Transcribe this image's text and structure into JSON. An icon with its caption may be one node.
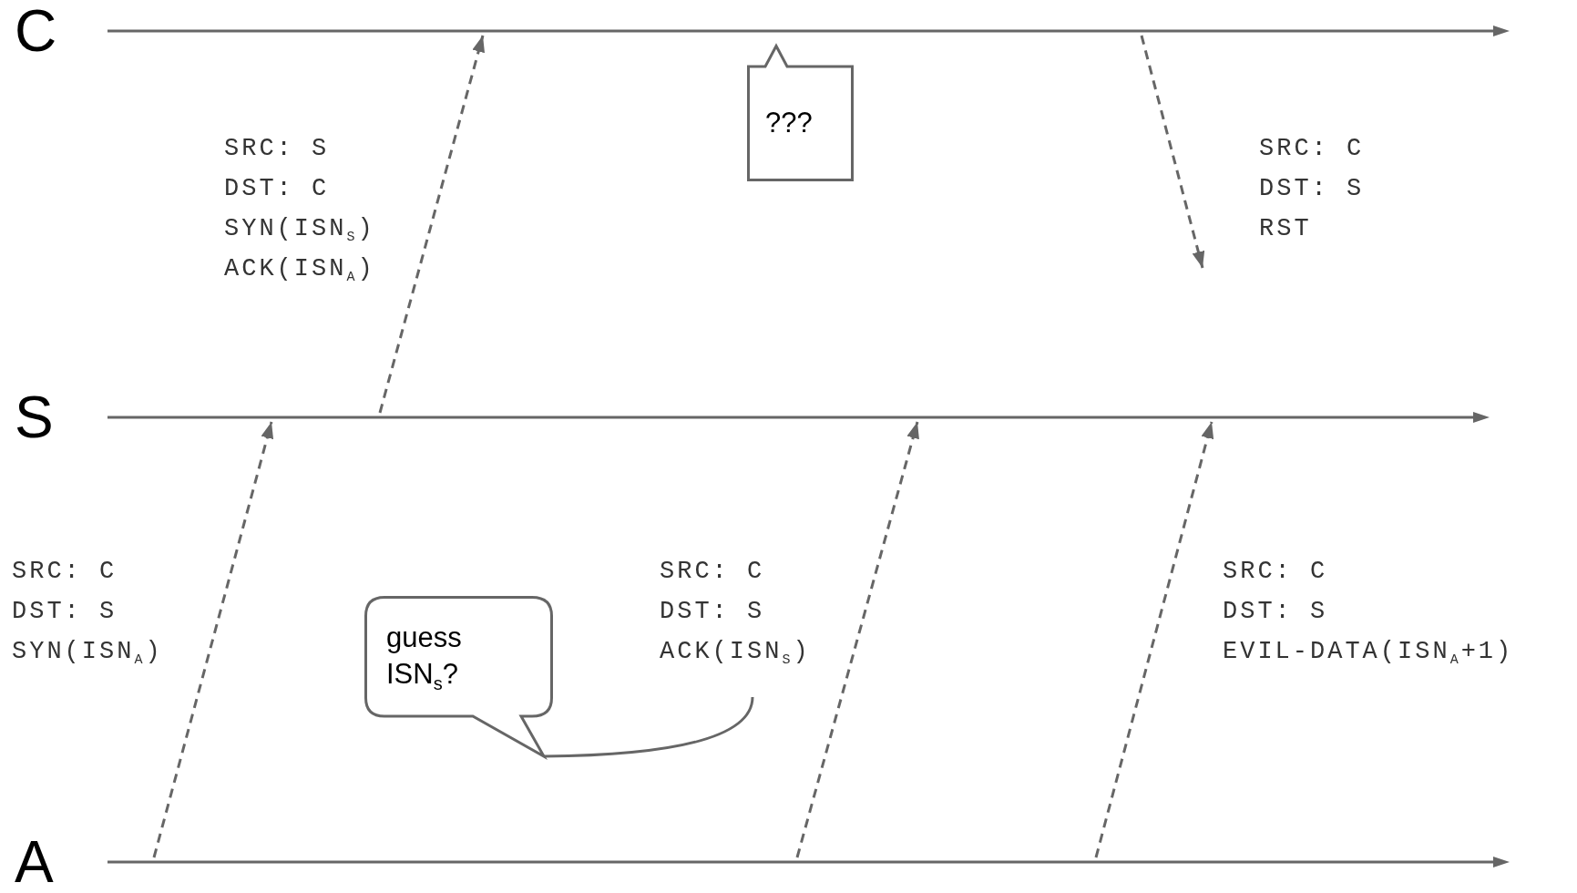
{
  "diagram": {
    "nodes": [
      {
        "text": [
          "C"
        ]
      },
      {
        "text": [
          "???"
        ]
      },
      {
        "text": [
          "S"
        ]
      },
      {
        "text": [
          "guess ISN$_{s}$?"
        ]
      },
      {
        "text": [
          "A"
        ]
      }
    ],
    "edges": [
      {
        "from": 4,
        "to": 2,
        "arrow": "to",
        "style": "dashed"
      },
      {
        "from": 2,
        "to": 0,
        "arrow": "to",
        "style": "dashed"
      },
      {
        "from": 4,
        "to": 2,
        "arrow": "to",
        "style": "dashed"
      },
      {
        "from": 0,
        "to": null,
        "arrow": "to",
        "style": "dashed"
      },
      {
        "from": 4,
        "to": 2,
        "arrow": "to",
        "style": "dashed"
      }
    ],
    "labels": [
      "SRC: S",
      "DST: C",
      "SYN(ISN$_{S}$)",
      "ACK(ISN$_{A}$)",
      "SRC: C",
      "DST: S",
      "RST",
      "SRC: C",
      "DST: S",
      "SYN(ISN$_{A}$)",
      "SRC: C",
      "DST: S",
      "ACK(ISN$_{S}$)",
      "SRC: C",
      "DST: S",
      "EVIL-DATA(ISN$_{A}$+1)"
    ]
  }
}
